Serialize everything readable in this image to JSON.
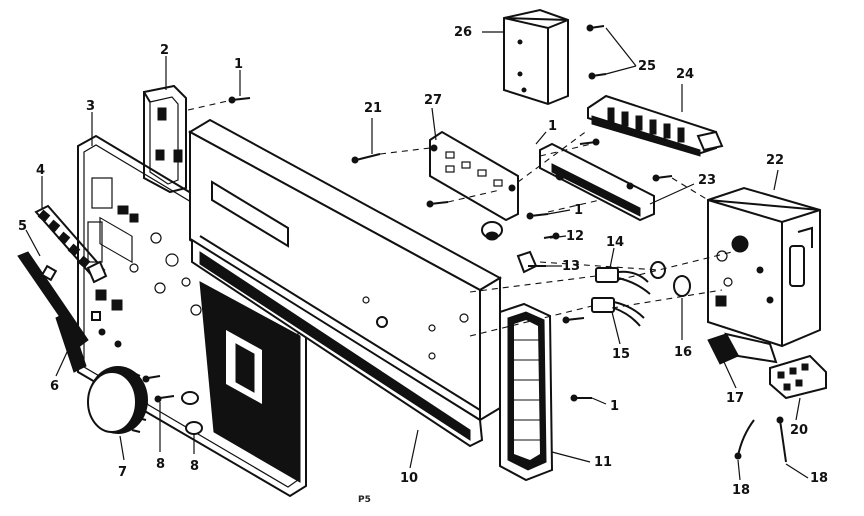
{
  "diagram": {
    "caption": "P5",
    "labels": {
      "p1a": "1",
      "p1b": "1",
      "p1c": "1",
      "p1d": "1",
      "p2": "2",
      "p3": "3",
      "p4": "4",
      "p5": "5",
      "p6": "6",
      "p7": "7",
      "p8a": "8",
      "p8b": "8",
      "p10": "10",
      "p11": "11",
      "p12": "12",
      "p13": "13",
      "p14": "14",
      "p15": "15",
      "p16": "16",
      "p17": "17",
      "p18a": "18",
      "p18b": "18",
      "p20": "20",
      "p21": "21",
      "p22": "22",
      "p23": "23",
      "p24": "24",
      "p25": "25",
      "p26": "26",
      "p27": "27"
    }
  }
}
